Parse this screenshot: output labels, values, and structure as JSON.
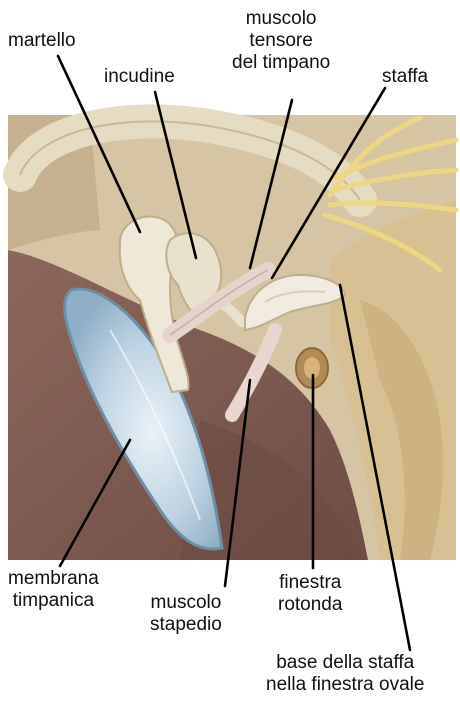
{
  "labels": {
    "malleus": [
      "martello"
    ],
    "incus": [
      "incudine"
    ],
    "tensor_tympani": [
      "muscolo",
      "tensore",
      "del timpano"
    ],
    "stapes": [
      "staffa"
    ],
    "tympanic_membrane": [
      "membrana",
      "timpanica"
    ],
    "stapedius": [
      "muscolo",
      "stapedio"
    ],
    "round_window": [
      "finestra",
      "rotonda"
    ],
    "oval_window": [
      "base della staffa",
      "nella finestra ovale"
    ]
  },
  "colors": {
    "bone": "#ebe3cf",
    "bone_shadow": "#c9b894",
    "background_tissue": "#d8c7a6",
    "cavity": "#7d5a50",
    "membrane": "#b8cfe0",
    "nerve": "#efd682",
    "muscle": "#e8cfc7",
    "leader_line": "#000000"
  }
}
